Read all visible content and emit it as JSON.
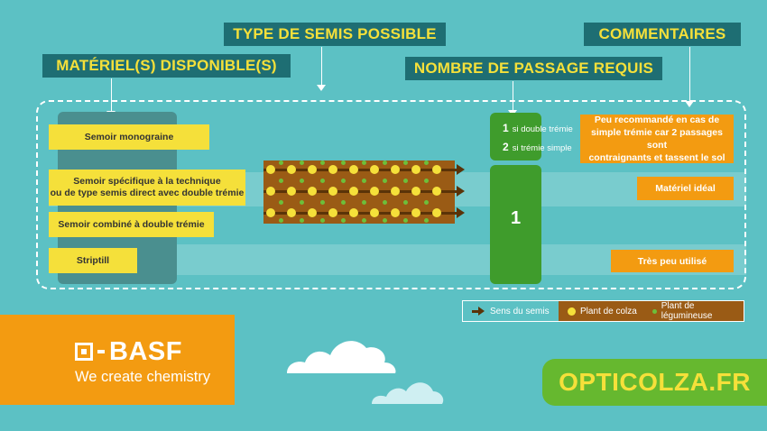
{
  "headers": {
    "materiel": "MATÉRIEL(S) DISPONIBLE(S)",
    "type_semis": "TYPE DE SEMIS POSSIBLE",
    "nombre_passage": "NOMBRE DE PASSAGE REQUIS",
    "commentaires": "COMMENTAIRES"
  },
  "materiels": [
    "Semoir monograine",
    "Semoir spécifique à la technique\nou de type semis direct avec double trémie",
    "Semoir combiné à double trémie",
    "Striptill"
  ],
  "passages": {
    "top_line1_number": "1",
    "top_line1_text": "si double trémie",
    "top_line2_number": "2",
    "top_line2_text": "si trémie simple",
    "bottom_number": "1"
  },
  "commentaires": [
    "Peu recommandé en cas de\nsimple trémie car 2 passages sont\ncontraignants et tassent le sol",
    "Matériel idéal",
    "Très peu utilisé"
  ],
  "legend": {
    "sens": "Sens du semis",
    "colza": "Plant de colza",
    "legumineuse": "Plant de légumineuse"
  },
  "brand": {
    "logo_text": "BASF",
    "tagline": "We create chemistry",
    "site": "OPTICOLZA.FR"
  },
  "colors": {
    "background": "#5cc1c4",
    "header_bg": "#1e6e73",
    "header_text": "#f5e03a",
    "yellow": "#f5e03a",
    "orange": "#f39b11",
    "green": "#3f9c2c",
    "soil": "#9a5b15"
  }
}
